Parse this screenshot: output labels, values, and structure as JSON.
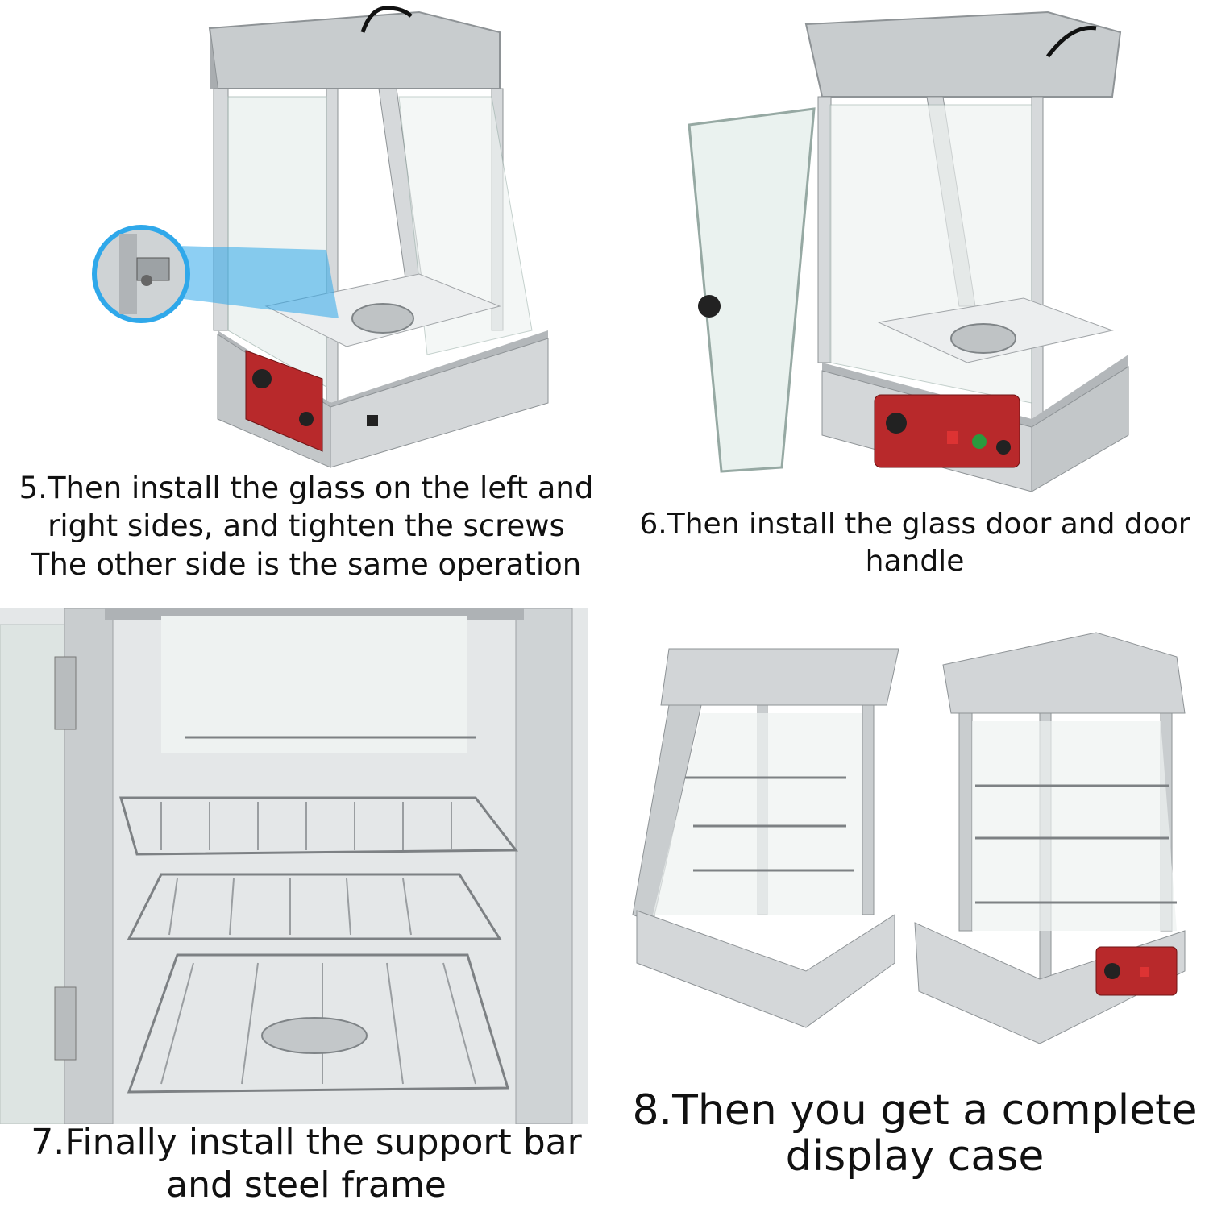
{
  "steps": [
    {
      "id": "step5",
      "caption_lines": [
        "5.Then install the glass on the left and",
        "right sides, and tighten the screws",
        "The other side is the same operation"
      ],
      "photo": "warmer-with-side-glass-and-screw-zoom"
    },
    {
      "id": "step6",
      "caption_lines": [
        "6.Then install the glass door and door",
        "handle"
      ],
      "photo": "warmer-with-open-glass-door"
    },
    {
      "id": "step7",
      "caption_lines": [
        "7.Finally install the support bar",
        "and steel frame"
      ],
      "photo": "interior-wire-shelves"
    },
    {
      "id": "step8",
      "caption_lines": [
        "8.Then you get a complete",
        "display case"
      ],
      "photo": "two-completed-display-cases"
    }
  ],
  "colors": {
    "steel": "#cfd2d4",
    "steel_dark": "#9ea2a5",
    "glass": "#e7eeec",
    "control_red": "#b8292b",
    "zoom_blue": "#2fa8ea"
  }
}
